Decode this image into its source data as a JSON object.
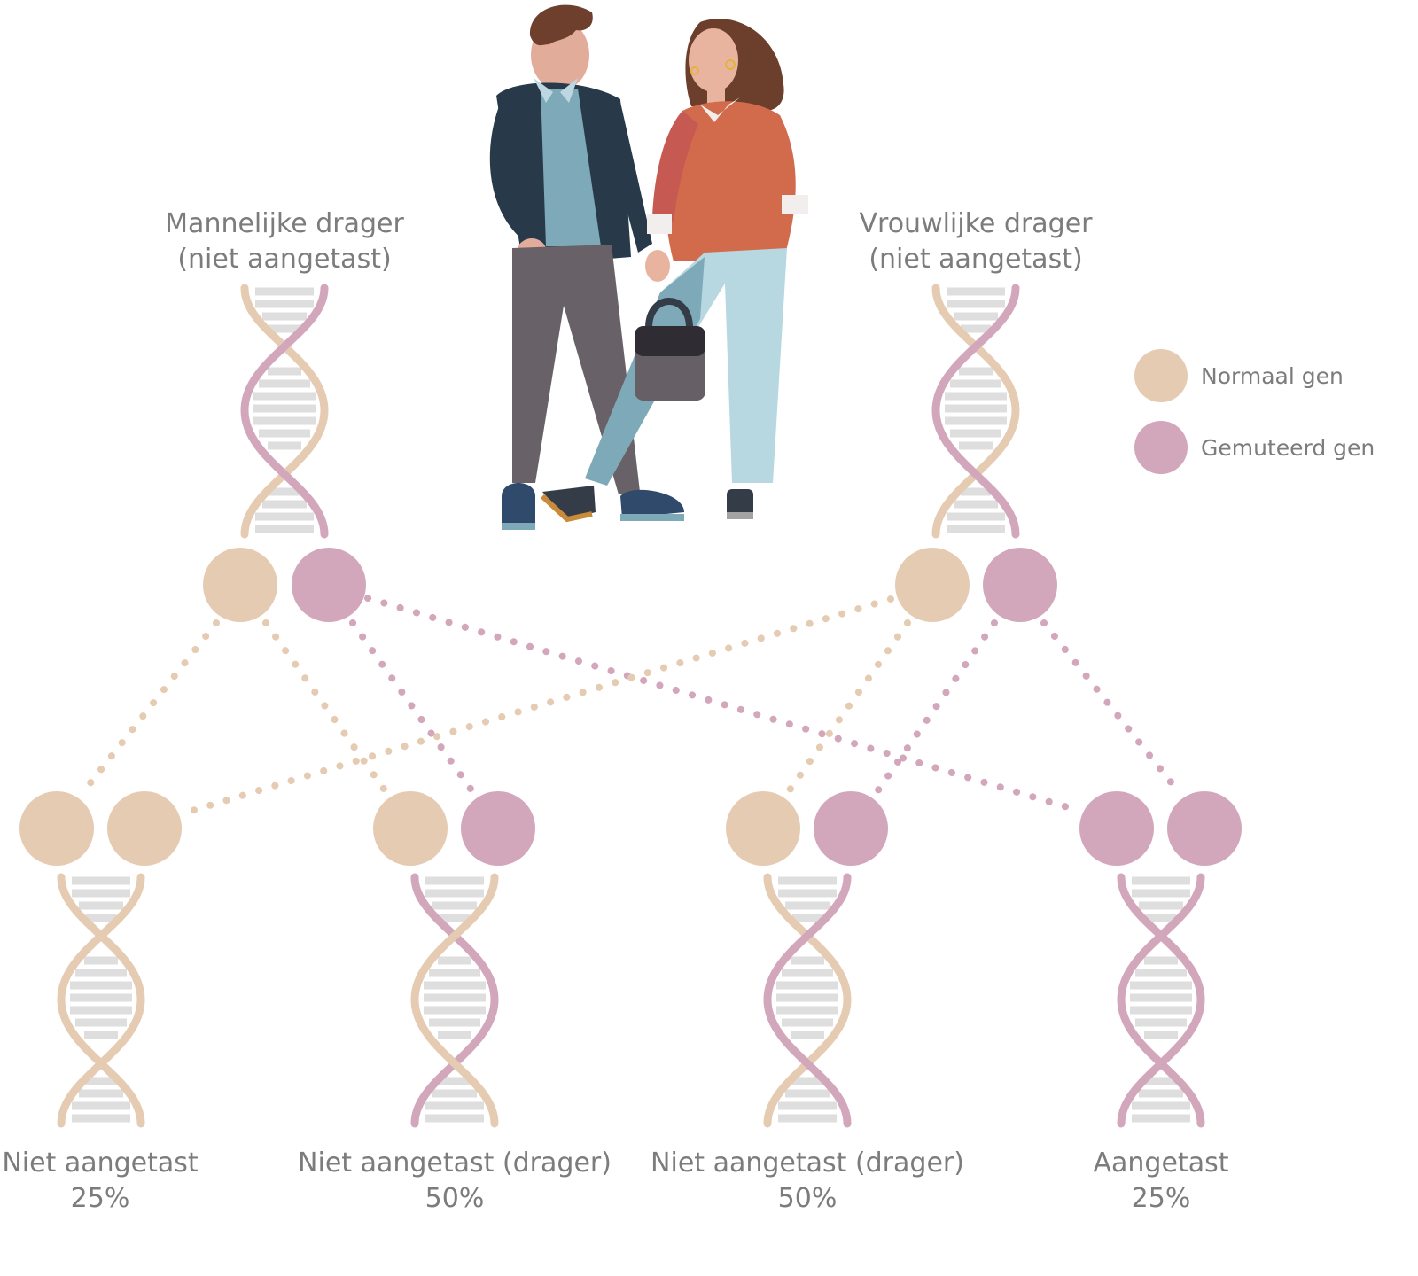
{
  "colors": {
    "normal": "#e6cbb3",
    "mutated": "#d3a7bb",
    "ladder": "#dedede",
    "text": "#7c7c7c"
  },
  "parents": {
    "male": {
      "label_line1": "Mannelijke drager",
      "label_line2": "(niet aangetast)",
      "alleles": [
        "normal",
        "mutated"
      ]
    },
    "female": {
      "label_line1": "Vrouwlijke drager",
      "label_line2": "(niet aangetast)",
      "alleles": [
        "normal",
        "mutated"
      ]
    }
  },
  "legend": {
    "normal": "Normaal gen",
    "mutated": "Gemuteerd gen"
  },
  "children": [
    {
      "label": "Niet aangetast",
      "percent": "25%",
      "alleles": [
        "normal",
        "normal"
      ]
    },
    {
      "label": "Niet aangetast (drager)",
      "percent": "50%",
      "alleles": [
        "normal",
        "mutated"
      ]
    },
    {
      "label": "Niet aangetast (drager)",
      "percent": "50%",
      "alleles": [
        "normal",
        "mutated"
      ]
    },
    {
      "label": "Aangetast",
      "percent": "25%",
      "alleles": [
        "mutated",
        "mutated"
      ]
    }
  ],
  "illustration": {
    "icon": "couple-illustration-icon"
  }
}
